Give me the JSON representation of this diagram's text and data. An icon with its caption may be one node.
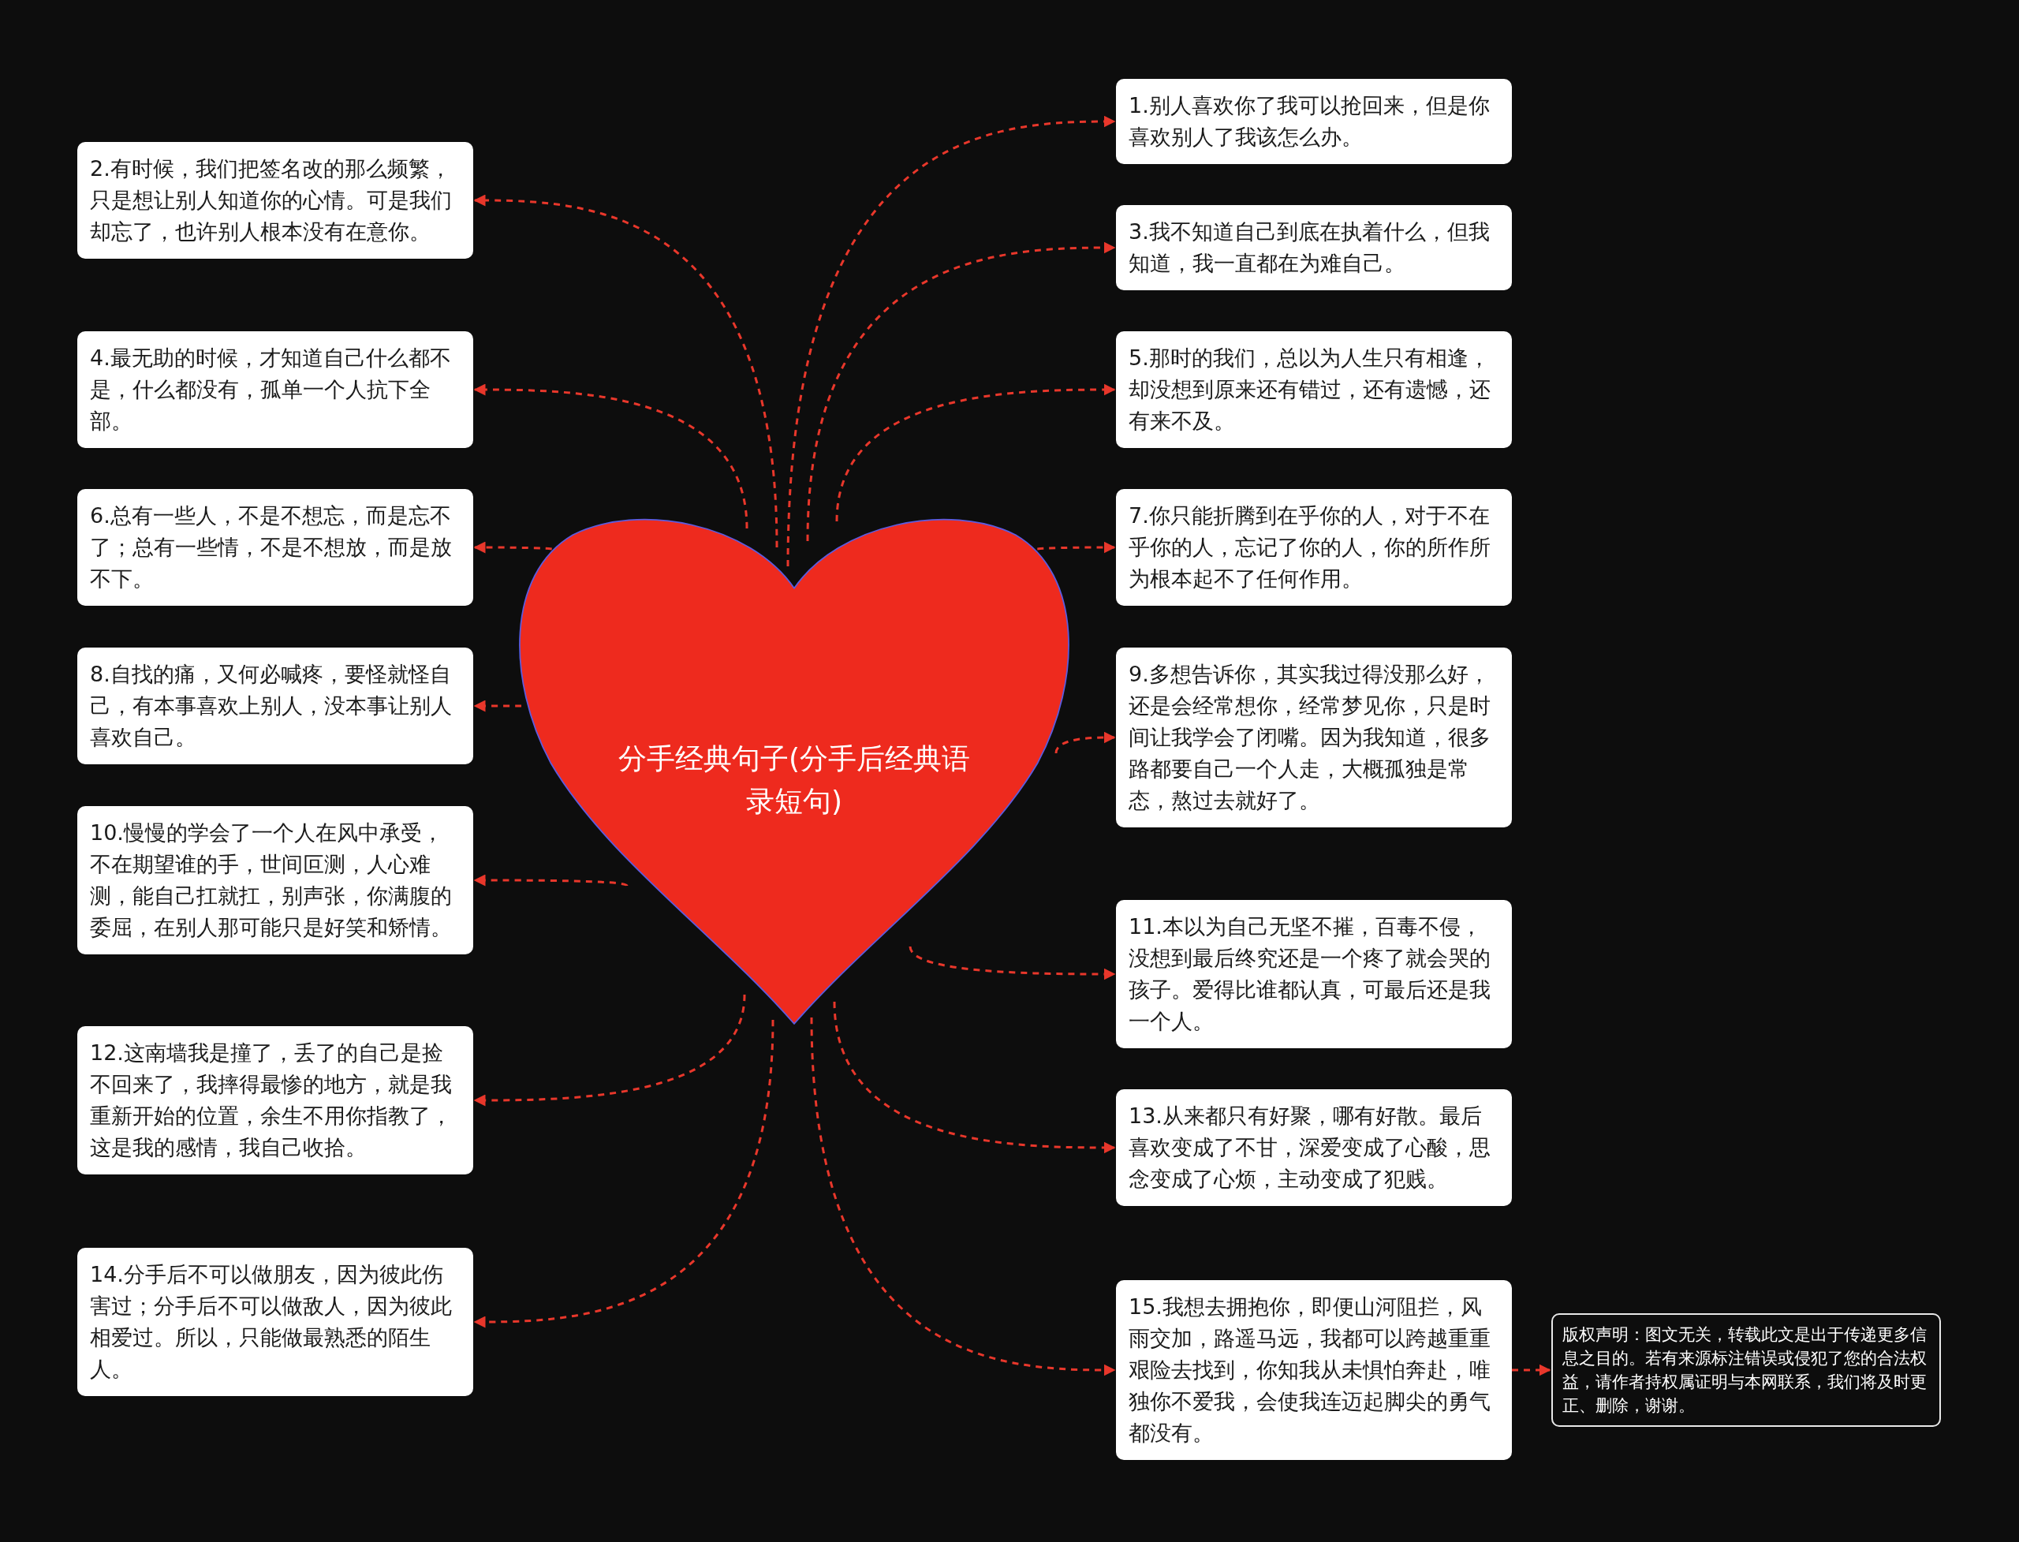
{
  "diagram": {
    "nodes": [
      {
        "text": [
          "分手经典句子(分手后经典语录短句)"
        ]
      },
      {
        "text": [
          "1.别人喜欢你了我可以抢回来，但是你喜欢别人了我该怎么办。"
        ]
      },
      {
        "text": [
          "2.有时候，我们把签名改的那么频繁，只是想让别人知道你的心情。可是我们却忘了，也许别人根本没有在意你。"
        ]
      },
      {
        "text": [
          "3.我不知道自己到底在执着什么，但我知道，我一直都在为难自己。"
        ]
      },
      {
        "text": [
          "4.最无助的时候，才知道自己什么都不是，什么都没有，孤单一个人抗下全部。"
        ]
      },
      {
        "text": [
          "5.那时的我们，总以为人生只有相逢，却没想到原来还有错过，还有遗憾，还有来不及。"
        ]
      },
      {
        "text": [
          "6.总有一些人，不是不想忘，而是忘不了；总有一些情，不是不想放，而是放不下。"
        ]
      },
      {
        "text": [
          "7.你只能折腾到在乎你的人，对于不在乎你的人，忘记了你的人，你的所作所为根本起不了任何作用。"
        ]
      },
      {
        "text": [
          "8.自找的痛，又何必喊疼，要怪就怪自己，有本事喜欢上别人，没本事让别人喜欢自己。"
        ]
      },
      {
        "text": [
          "9.多想告诉你，其实我过得没那么好，还是会经常想你，经常梦见你，只是时间让我学会了闭嘴。因为我知道，很多路都要自己一个人走，大概孤独是常态，熬过去就好了。"
        ]
      },
      {
        "text": [
          "10.慢慢的学会了一个人在风中承受，不在期望谁的手，世间叵测，人心难测，能自己扛就扛，别声张，你满腹的委屈，在别人那可能只是好笑和矫情。"
        ]
      },
      {
        "text": [
          "11.本以为自己无坚不摧，百毒不侵，没想到最后终究还是一个疼了就会哭的孩子。爱得比谁都认真，可最后还是我一个人。"
        ]
      },
      {
        "text": [
          "12.这南墙我是撞了，丢了的自己是捡不回来了，我摔得最惨的地方，就是我重新开始的位置，余生不用你指教了，这是我的感情，我自己收拾。"
        ]
      },
      {
        "text": [
          "13.从来都只有好聚，哪有好散。最后喜欢变成了不甘，深爱变成了心酸，思念变成了心烦，主动变成了犯贱。"
        ]
      },
      {
        "text": [
          "14.分手后不可以做朋友，因为彼此伤害过；分手后不可以做敌人，因为彼此相爱过。所以，只能做最熟悉的陌生人。"
        ]
      },
      {
        "text": [
          "15.我想去拥抱你，即便山河阻拦，风雨交加，路遥马远，我都可以跨越重重艰险去找到，你知我从未惧怕奔赴，唯独你不爱我，会使我连迈起脚尖的勇气都没有。"
        ]
      },
      {
        "text": [
          "版权声明：图文无关，转载此文是出于传递更多信息之目的。若有来源标注错误或侵犯了您的合法权益，请作者持权属证明与本网联系，我们将及时更正、删除，谢谢。"
        ]
      }
    ],
    "edges": [
      {
        "from": 0,
        "to": 1,
        "arrow": "to",
        "style": "dashed"
      },
      {
        "from": 0,
        "to": 2,
        "arrow": "to",
        "style": "dashed"
      },
      {
        "from": 0,
        "to": 3,
        "arrow": "to",
        "style": "dashed"
      },
      {
        "from": 0,
        "to": 4,
        "arrow": "to",
        "style": "dashed"
      },
      {
        "from": 0,
        "to": 5,
        "arrow": "to",
        "style": "dashed"
      },
      {
        "from": 0,
        "to": 6,
        "arrow": "to",
        "style": "dashed"
      },
      {
        "from": 0,
        "to": 7,
        "arrow": "to",
        "style": "dashed"
      },
      {
        "from": 0,
        "to": 8,
        "arrow": "to",
        "style": "dashed"
      },
      {
        "from": 0,
        "to": 9,
        "arrow": "to",
        "style": "dashed"
      },
      {
        "from": 0,
        "to": 10,
        "arrow": "to",
        "style": "dashed"
      },
      {
        "from": 0,
        "to": 11,
        "arrow": "to",
        "style": "dashed"
      },
      {
        "from": 0,
        "to": 12,
        "arrow": "to",
        "style": "dashed"
      },
      {
        "from": 0,
        "to": 13,
        "arrow": "to",
        "style": "dashed"
      },
      {
        "from": 0,
        "to": 14,
        "arrow": "to",
        "style": "dashed"
      },
      {
        "from": 0,
        "to": 15,
        "arrow": "to",
        "style": "dashed"
      },
      {
        "from": 15,
        "to": 16,
        "arrow": "to",
        "style": "dashed"
      }
    ]
  }
}
